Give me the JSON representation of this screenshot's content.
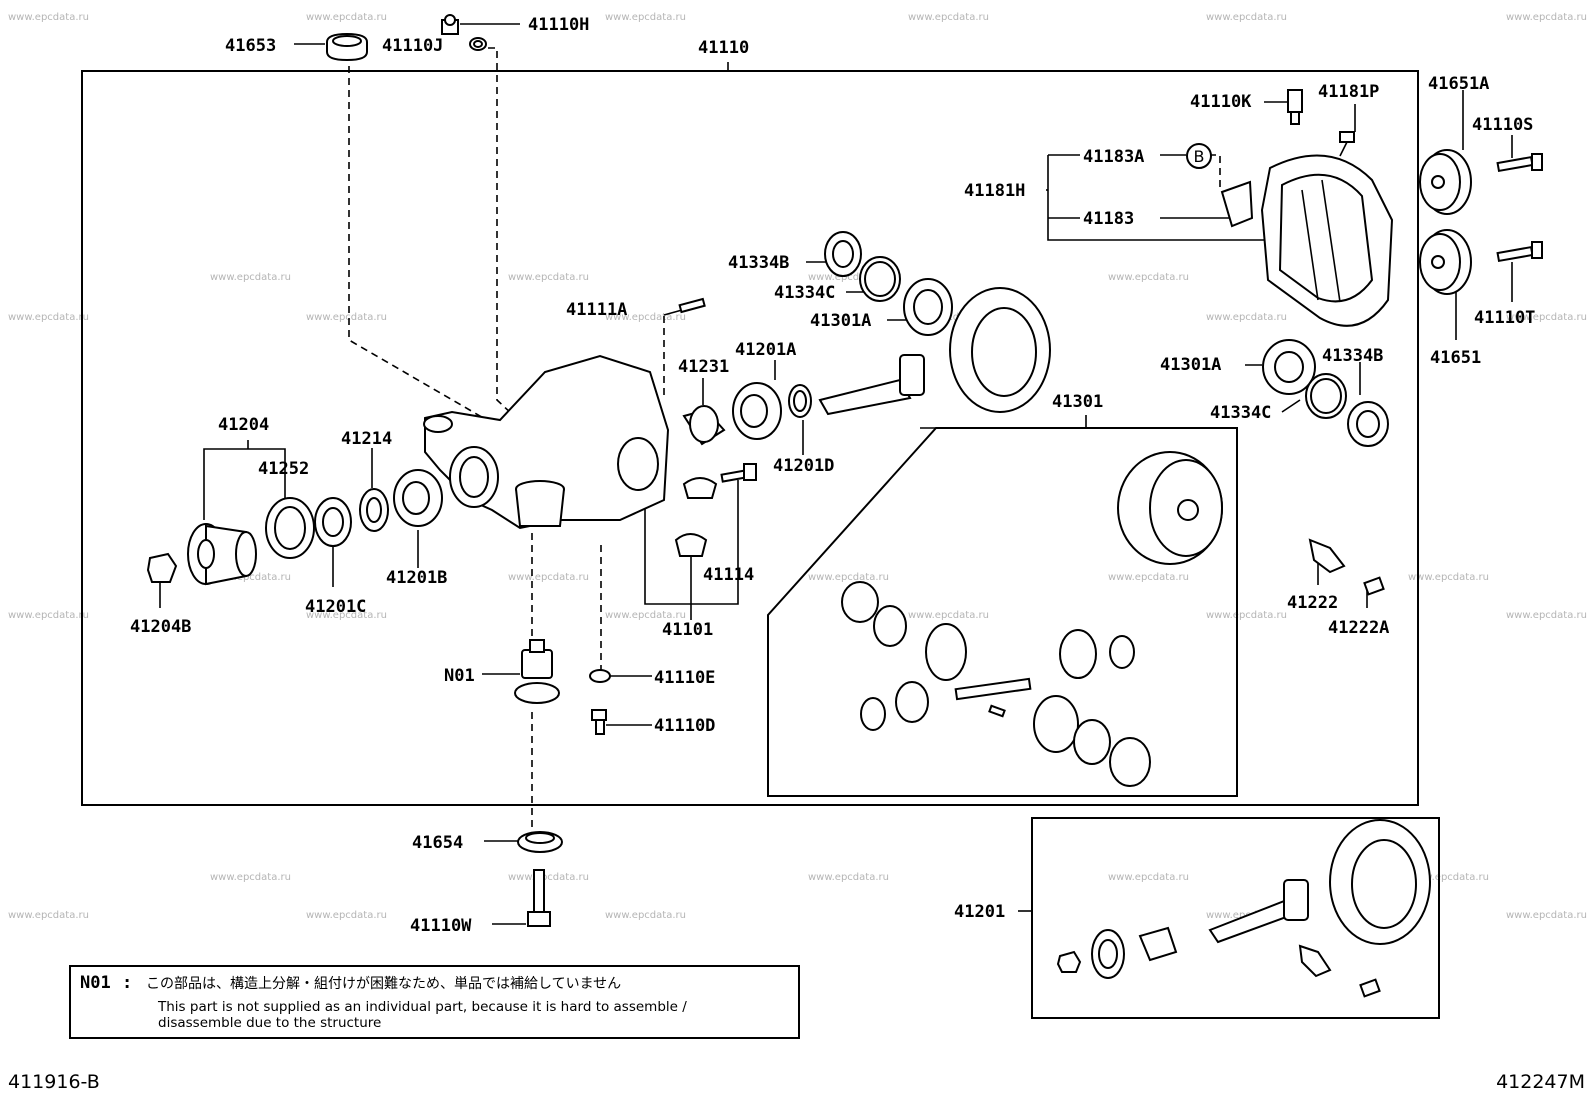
{
  "watermark": "www.epcdata.ru",
  "labels": {
    "p41653": "41653",
    "p41110J": "41110J",
    "p41110H": "41110H",
    "p41110": "41110",
    "p41651A": "41651A",
    "p41110K": "41110K",
    "p41181P": "41181P",
    "p41110S": "41110S",
    "p41183A": "41183A",
    "p41181H": "41181H",
    "p41183": "41183",
    "calloutB": "B",
    "p41334B_top": "41334B",
    "p41334C_top": "41334C",
    "p41301A_top": "41301A",
    "p41111A": "41111A",
    "p41110T": "41110T",
    "p41651": "41651",
    "p41231": "41231",
    "p41201A": "41201A",
    "p41301A_right": "41301A",
    "p41334B_right": "41334B",
    "p41334C_right": "41334C",
    "p41204": "41204",
    "p41214": "41214",
    "p41252": "41252",
    "p41201D": "41201D",
    "p41301": "41301",
    "p41114": "41114",
    "p41201B": "41201B",
    "p41201C": "41201C",
    "p41204B": "41204B",
    "p41101": "41101",
    "p41222": "41222",
    "p41222A": "41222A",
    "pN01": "N01",
    "p41110E": "41110E",
    "p41110D": "41110D",
    "p41654": "41654",
    "p41110W": "41110W",
    "p41201": "41201"
  },
  "note": {
    "code": "N01",
    "jp": "この部品は、構造上分解・組付けが困難なため、単品では補給していません",
    "en_line1": "This part is not supplied as an individual part, because it is hard to assemble /",
    "en_line2": "disassemble due to the structure"
  },
  "codes": {
    "left": "411916-B",
    "right": "412247M"
  }
}
